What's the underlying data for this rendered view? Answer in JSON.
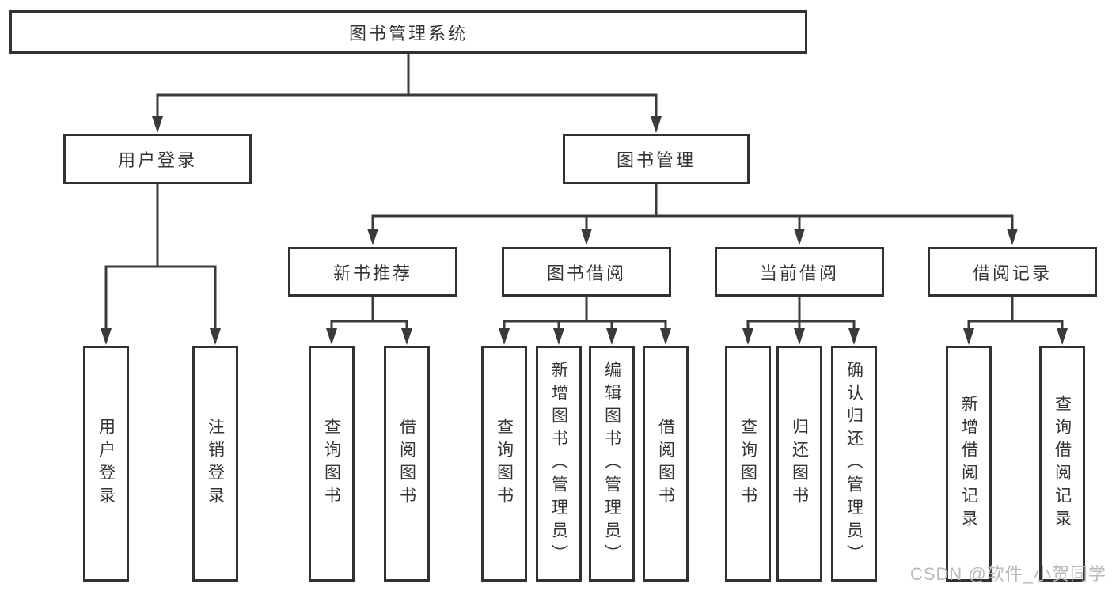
{
  "root": {
    "label": "图书管理系统"
  },
  "branches": [
    {
      "label": "用户登录"
    },
    {
      "label": "图书管理"
    }
  ],
  "modules": [
    {
      "label": "新书推荐"
    },
    {
      "label": "图书借阅"
    },
    {
      "label": "当前借阅"
    },
    {
      "label": "借阅记录"
    }
  ],
  "leaves": [
    {
      "label": "用户登录"
    },
    {
      "label": "注销登录"
    },
    {
      "label": "查询图书"
    },
    {
      "label": "借阅图书"
    },
    {
      "label": "查询图书"
    },
    {
      "label": "新增图书（管理员）"
    },
    {
      "label": "编辑图书（管理员）"
    },
    {
      "label": "借阅图书"
    },
    {
      "label": "查询图书"
    },
    {
      "label": "归还图书"
    },
    {
      "label": "确认归还（管理员）"
    },
    {
      "label": "新增借阅记录"
    },
    {
      "label": "查询借阅记录"
    }
  ],
  "watermark": {
    "text": "CSDN @软件_小贺同学"
  },
  "colors": {
    "line": "#3a3a3a",
    "border": "#323232",
    "text": "#343434",
    "watermark": "#b9b9b9",
    "background": "#ffffff"
  }
}
